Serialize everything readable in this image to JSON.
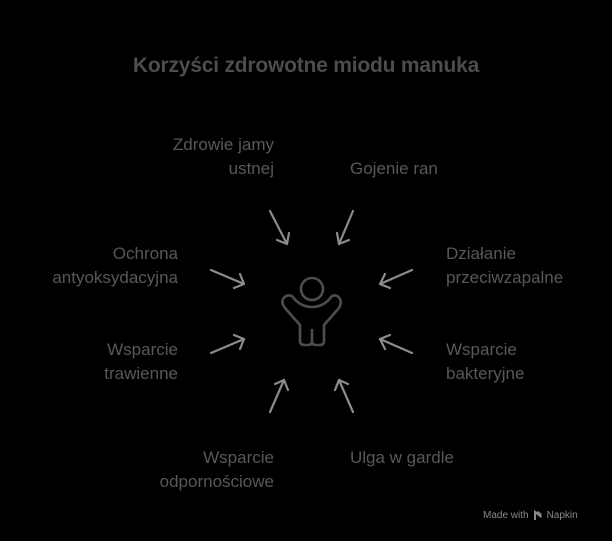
{
  "title": "Korzyści zdrowotne miodu manuka",
  "center": {
    "icon": "child-arms-raised-icon"
  },
  "benefits": [
    {
      "id": "oral-health",
      "lines": [
        "Zdrowie jamy",
        "ustnej"
      ],
      "position": "top-left"
    },
    {
      "id": "wound-healing",
      "lines": [
        "Gojenie ran"
      ],
      "position": "top-right"
    },
    {
      "id": "antioxidant",
      "lines": [
        "Ochrona",
        "antyoksydacyjna"
      ],
      "position": "left-upper"
    },
    {
      "id": "anti-inflammatory",
      "lines": [
        "Działanie",
        "przeciwzapalne"
      ],
      "position": "right-upper"
    },
    {
      "id": "digestive",
      "lines": [
        "Wsparcie",
        "trawienne"
      ],
      "position": "left-lower"
    },
    {
      "id": "bacterial",
      "lines": [
        "Wsparcie",
        "bakteryjne"
      ],
      "position": "right-lower"
    },
    {
      "id": "immune",
      "lines": [
        "Wsparcie",
        "odpornościowe"
      ],
      "position": "bottom-left"
    },
    {
      "id": "throat",
      "lines": [
        "Ulga w gardle"
      ],
      "position": "bottom-right"
    }
  ],
  "colors": {
    "background": "#000000",
    "title": "#4d4d4d",
    "label": "#585858",
    "arrow": "#8c8c8c",
    "icon": "#4d4d4d"
  },
  "footer": {
    "made_with": "Made with",
    "brand": "Napkin",
    "logo_icon": "napkin-logo-icon"
  }
}
